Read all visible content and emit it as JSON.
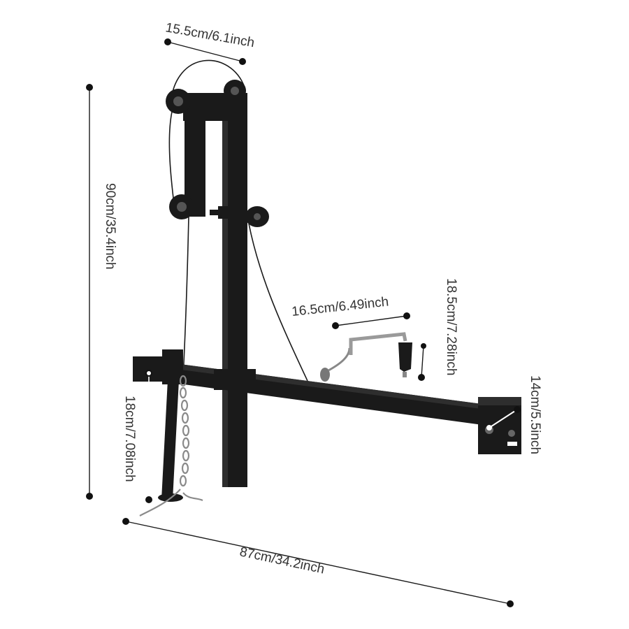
{
  "dimensions": {
    "top_width": "15.5cm/6.1inch",
    "total_height": "90cm/35.4inch",
    "arm_length": "16.5cm/6.49inch",
    "handle_height": "18.5cm/7.28inch",
    "plate_height": "14cm/5.5inch",
    "leg_height": "18cm/7.08inch",
    "total_length": "87cm/34.2inch"
  },
  "colors": {
    "product": "#1a1a1a",
    "background": "#ffffff",
    "accent_white_line": "#ffffff"
  }
}
